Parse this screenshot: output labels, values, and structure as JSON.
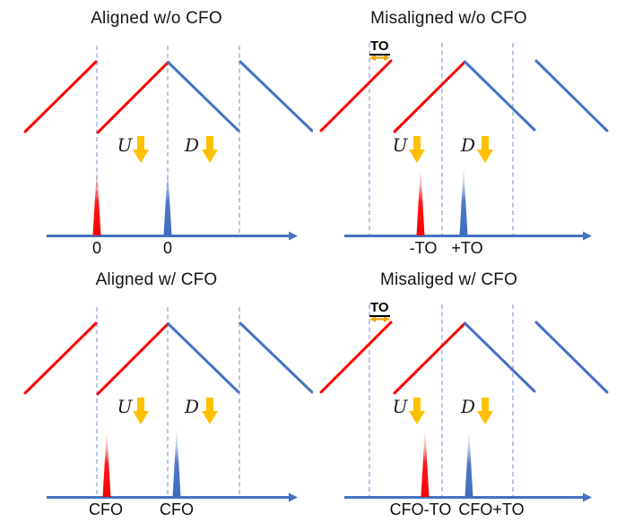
{
  "figure": {
    "description": "Four-panel diagram of uplink/downlink chirp beat peaks under timing offset (TO) and carrier frequency offset (CFO)",
    "colors": {
      "uplink_red": "#FF0000",
      "downlink_blue": "#4472C4",
      "axis_blue": "#4472C4",
      "dashed_guide_blue": "#A6BBE3",
      "marker_gold": "#FFC000",
      "to_arrow_orange": "#F2A200",
      "text_black": "#141414"
    },
    "panels": [
      {
        "id": "aligned-without-cfo",
        "title": "Aligned w/o CFO",
        "uplink_symbol": "U",
        "downlink_symbol": "D",
        "uplink_peak_label": "0",
        "downlink_peak_label": "0"
      },
      {
        "id": "misaligned-without-cfo",
        "title": "Misaligned w/o CFO",
        "to_label": "TO",
        "uplink_symbol": "U",
        "downlink_symbol": "D",
        "uplink_peak_label": "-TO",
        "downlink_peak_label": "+TO"
      },
      {
        "id": "aligned-with-cfo",
        "title": "Aligned w/ CFO",
        "uplink_symbol": "U",
        "downlink_symbol": "D",
        "uplink_peak_label": "CFO",
        "downlink_peak_label": "CFO"
      },
      {
        "id": "misaliged-with-cfo",
        "title": "Misaliged w/ CFO",
        "to_label": "TO",
        "uplink_symbol": "U",
        "downlink_symbol": "D",
        "uplink_peak_label": "CFO-TO",
        "downlink_peak_label": "CFO+TO"
      }
    ]
  }
}
